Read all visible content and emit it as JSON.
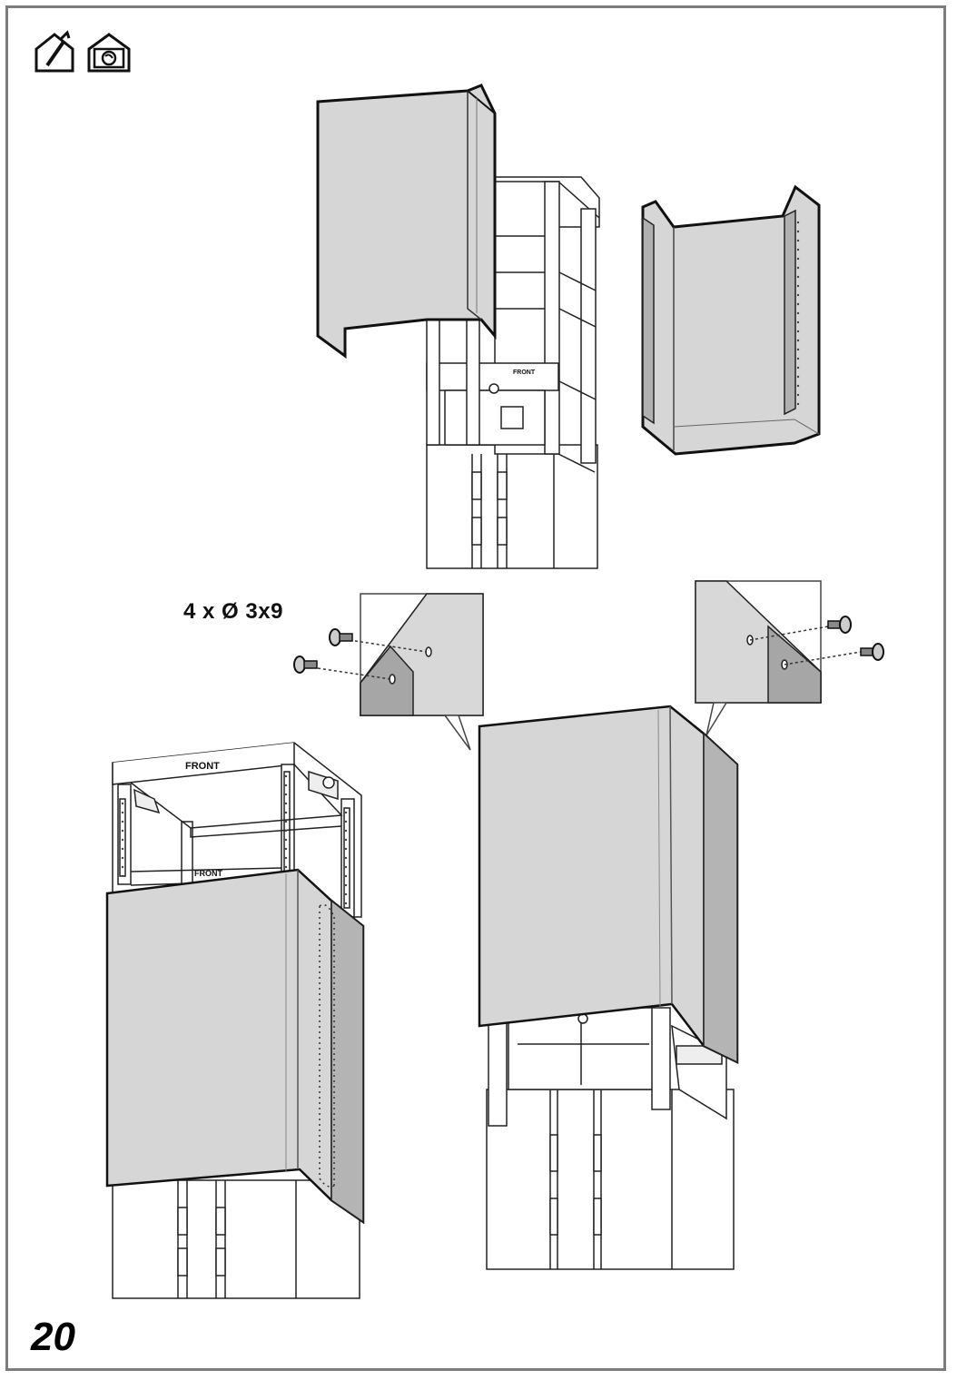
{
  "icons": [
    "house-tool-icon",
    "house-hood-icon"
  ],
  "frame_label_top": "FRONT",
  "frame_label_bottom": "FRONT",
  "frame_label_small": "FRONT",
  "screw_spec": "4 x Ø 3x9",
  "page_number": "20",
  "colors": {
    "panel": "#d6d6d6",
    "panel_side": "#b4b4b4",
    "outline": "#1a1a1a",
    "frame_border": "#7d7d7d"
  }
}
